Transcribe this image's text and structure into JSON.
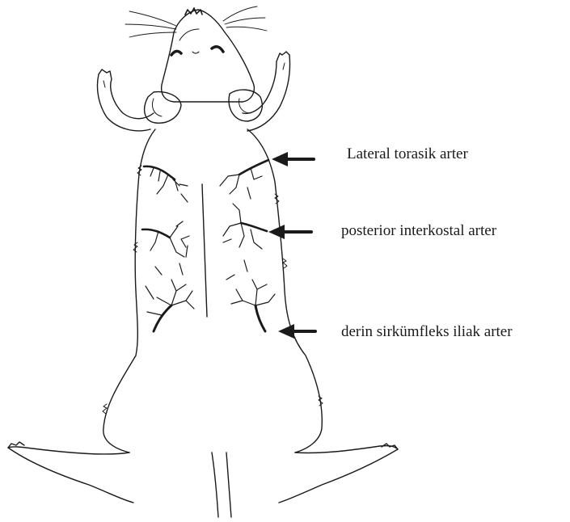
{
  "figure": {
    "labels": [
      {
        "id": "lateral-thoracic",
        "text": "Lateral torasik arter"
      },
      {
        "id": "posterior-intercostal",
        "text": "posterior interkostal arter"
      },
      {
        "id": "deep-circumflex-iliac",
        "text": "derin sirkümfleks iliak arter"
      }
    ]
  },
  "colors": {
    "ink": "#1a1a1a",
    "paper": "#ffffff"
  }
}
